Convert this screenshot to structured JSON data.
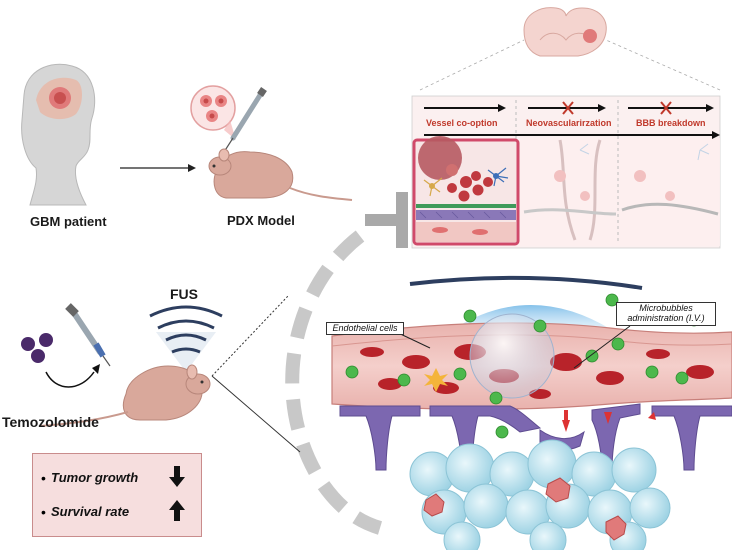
{
  "labels": {
    "gbm_patient": "GBM patient",
    "pdx_model": "PDX Model",
    "fus": "FUS",
    "temozolomide": "Temozolomide",
    "vessel_cooption": "Vessel co-option",
    "neovascularization": "Neovascularirzation",
    "bbb_breakdown": "BBB breakdown",
    "endothelial_cells": "Endothelial cells",
    "microbubbles_line1": "Microbubbles",
    "microbubbles_line2": "administration (I.V.)"
  },
  "outcomes": [
    {
      "text": "Tumor growth",
      "direction": "down"
    },
    {
      "text": "Survival rate",
      "direction": "up"
    }
  ],
  "colors": {
    "mouse_skin": "#d9a89b",
    "tumor_pink": "#e07a7a",
    "red_blood_cell": "#b8232a",
    "endothelium": "#e8b4b0",
    "astrocyte_purple": "#6a5a9e",
    "microbubble_green": "#4cb84c",
    "tumor_cell_blue": "#bfe3ef",
    "outcome_box": "#f6dede",
    "stage_label_red": "#c0392b",
    "drug_purple": "#4a2a6a"
  }
}
